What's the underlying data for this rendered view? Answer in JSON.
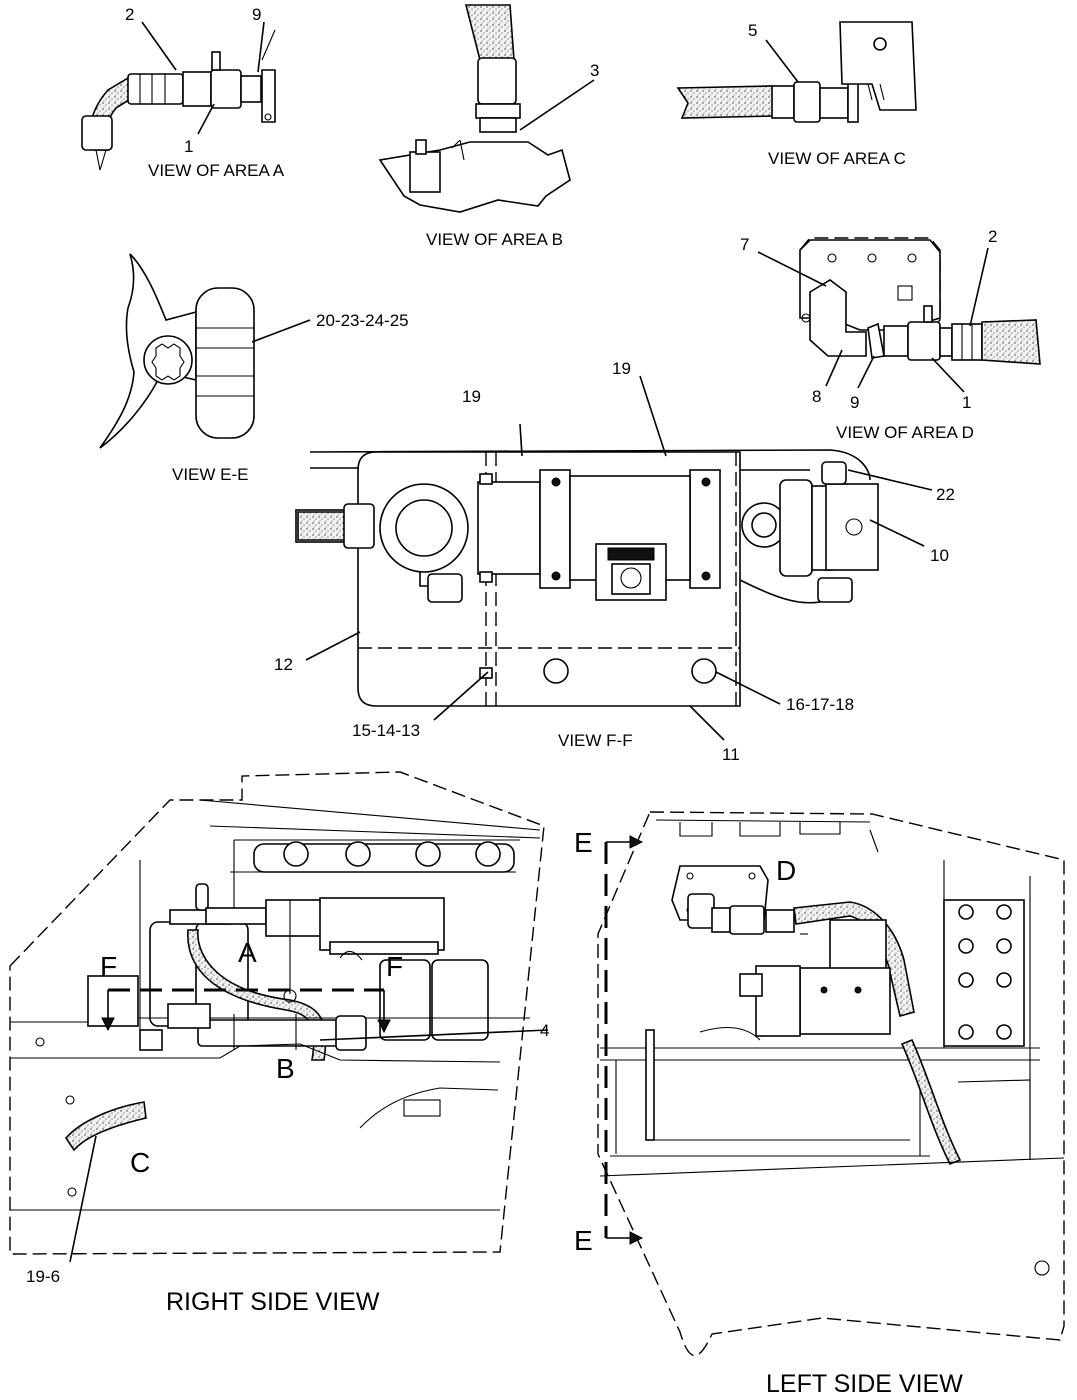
{
  "callouts": {
    "a_2": "2",
    "a_9": "9",
    "a_1": "1",
    "b_3": "3",
    "c_5": "5",
    "d_7": "7",
    "d_2": "2",
    "d_8": "8",
    "d_9": "9",
    "d_1": "1",
    "e_20": "20-23-24-25",
    "f_19a": "19",
    "f_19b": "19",
    "f_22": "22",
    "f_10": "10",
    "f_12": "12",
    "f_16": "16-17-18",
    "f_15": "15-14-13",
    "f_11": "11",
    "r_4": "4",
    "r_19_6": "19-6"
  },
  "captions": {
    "area_a": "VIEW OF AREA A",
    "area_b": "VIEW OF AREA B",
    "area_c": "VIEW OF AREA C",
    "area_d": "VIEW OF AREA D",
    "view_ee": "VIEW E-E",
    "view_ff": "VIEW F-F",
    "right_side": "RIGHT SIDE VIEW",
    "left_side": "LEFT SIDE VIEW"
  },
  "area_letters": {
    "a": "A",
    "b": "B",
    "c": "C",
    "d": "D",
    "f_left": "F",
    "f_right": "F",
    "e_top": "E",
    "e_bottom": "E"
  }
}
